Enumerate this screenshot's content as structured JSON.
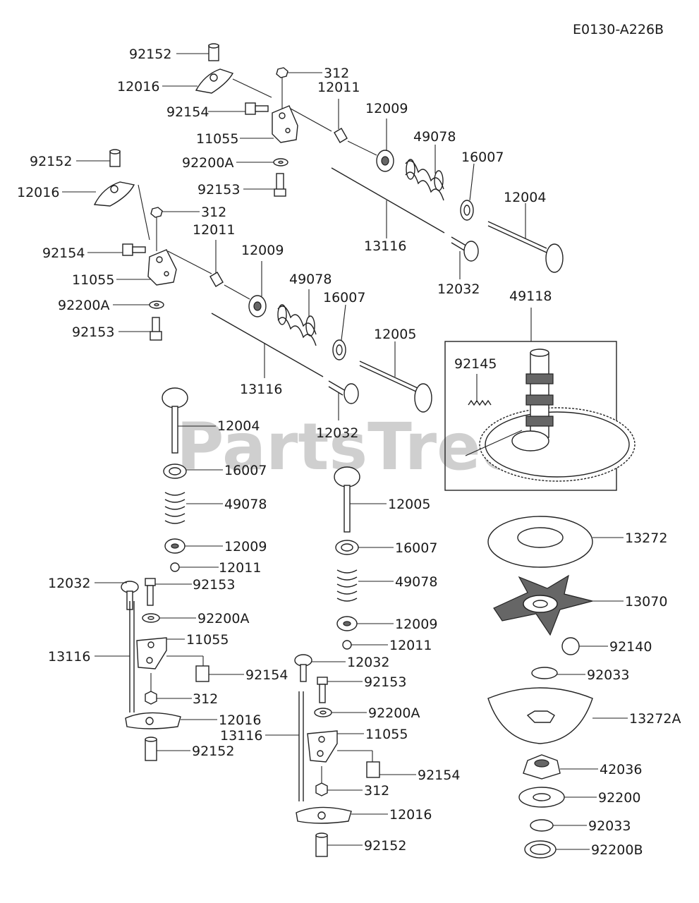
{
  "diagram": {
    "code": "E0130-A226B",
    "watermark": "PartsTree",
    "inset_label": "49118",
    "labels": [
      "92152",
      "12016",
      "312",
      "12011",
      "92154",
      "12009",
      "11055",
      "49078",
      "16007",
      "92200A",
      "12004",
      "92153",
      "13116",
      "12032",
      "92152",
      "12016",
      "312",
      "12011",
      "92154",
      "12009",
      "11055",
      "49078",
      "16007",
      "92200A",
      "12005",
      "92153",
      "13116",
      "12032",
      "92145",
      "12004",
      "16007",
      "49078",
      "12009",
      "12011",
      "92153",
      "92200A",
      "11055",
      "12032",
      "13116",
      "92154",
      "312",
      "12016",
      "92152",
      "12005",
      "16007",
      "49078",
      "12009",
      "12011",
      "12032",
      "92153",
      "92200A",
      "11055",
      "13116",
      "92154",
      "312",
      "12016",
      "92152",
      "13272",
      "13070",
      "92140",
      "92033",
      "13272A",
      "42036",
      "92200",
      "92033",
      "92200B"
    ]
  }
}
